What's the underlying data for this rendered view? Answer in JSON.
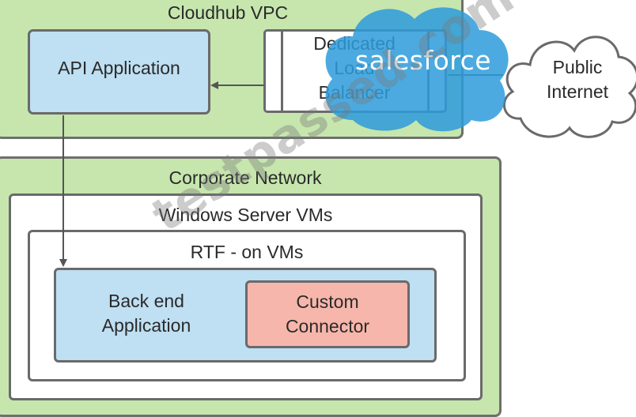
{
  "diagram": {
    "cloudhub_vpc": {
      "title": "Cloudhub VPC",
      "api_application": "API Application",
      "load_balancer_lines": [
        "Dedicated",
        "Load",
        "Balancer"
      ]
    },
    "public_internet_lines": [
      "Public",
      "Internet"
    ],
    "corporate_network": {
      "title": "Corporate Network",
      "windows_server_vms": {
        "title": "Windows Server VMs",
        "rtf_on_vms": {
          "title": "RTF - on VMs",
          "backend_application_lines": [
            "Back end",
            "Application"
          ],
          "custom_connector_lines": [
            "Custom",
            "Connector"
          ]
        }
      }
    },
    "colors": {
      "network_fill": "#c6e6ae",
      "app_fill": "#bfdff2",
      "connector_fill": "#f7b6ab",
      "border": "#6a6a6a"
    }
  },
  "overlay": {
    "logo_text": "salesforce",
    "logo_icon": "salesforce-cloud-logo",
    "watermark": "testpassed.com"
  }
}
